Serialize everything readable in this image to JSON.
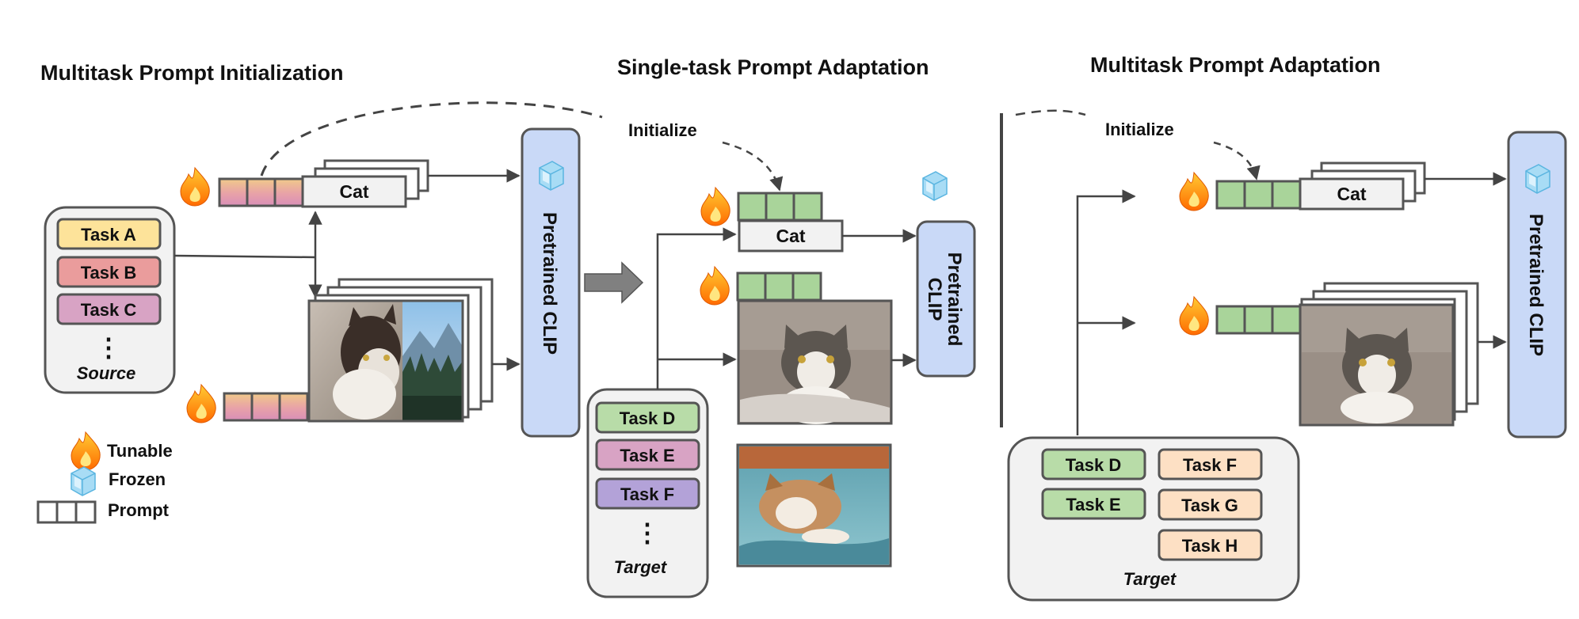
{
  "sections": {
    "init_title": "Multitask Prompt Initialization",
    "single_title": "Single-task Prompt Adaptation",
    "multi_title": "Multitask Prompt Adaptation"
  },
  "labels": {
    "initialize": "Initialize",
    "cat": "Cat",
    "pretrained_clip": "Pretrained CLIP",
    "pretrained": "Pretrained",
    "clip": "CLIP",
    "source": "Source",
    "target": "Target",
    "ellipsis": "⋮"
  },
  "source_tasks": [
    {
      "label": "Task A",
      "fill": "#fde39a"
    },
    {
      "label": "Task B",
      "fill": "#ea9c9c"
    },
    {
      "label": "Task C",
      "fill": "#d8a3c4"
    }
  ],
  "single_target_tasks": [
    {
      "label": "Task D",
      "fill": "#b8dca8"
    },
    {
      "label": "Task E",
      "fill": "#d8a3c4"
    },
    {
      "label": "Task F",
      "fill": "#b3a2d8"
    }
  ],
  "multi_target_tasks": [
    {
      "label": "Task D",
      "fill": "#b8dca8"
    },
    {
      "label": "Task F",
      "fill": "#fde0c4"
    },
    {
      "label": "Task E",
      "fill": "#b8dca8"
    },
    {
      "label": "Task G",
      "fill": "#fde0c4"
    },
    {
      "label": "Task H",
      "fill": "#fde0c4"
    }
  ],
  "legend": {
    "tunable": "Tunable",
    "frozen": "Frozen",
    "prompt": "Prompt"
  },
  "colors": {
    "clip_fill": "#c9d9f7",
    "source_prompt": "#e8a1a8",
    "target_prompt": "#a9d49a",
    "panel_fill": "#f2f2f2",
    "box_stroke": "#555555",
    "arrow": "#444444"
  },
  "icons": {
    "tunable": "flame-icon",
    "frozen": "ice-cube-icon"
  }
}
